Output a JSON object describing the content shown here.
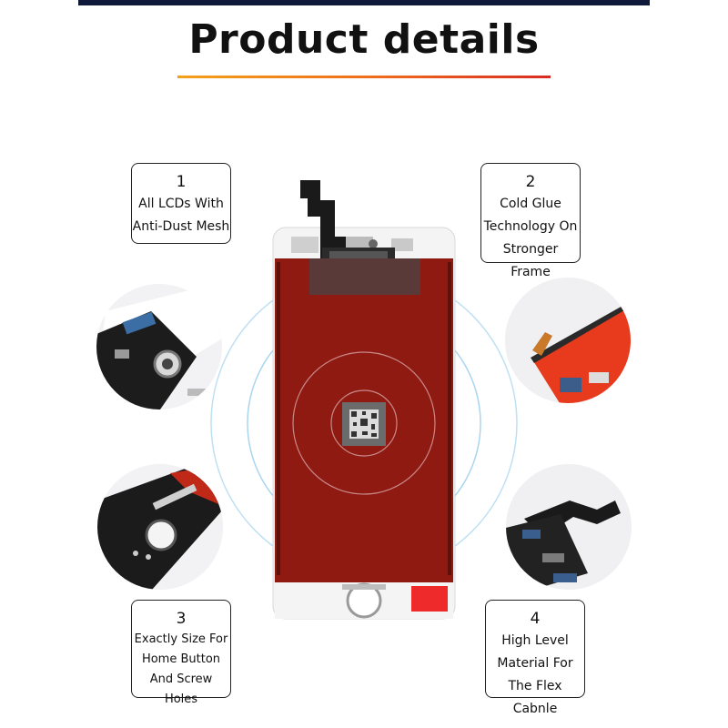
{
  "header": {
    "title": "Product details"
  },
  "callouts": [
    {
      "number": "1",
      "lines": [
        "All LCDs With",
        "Anti-Dust Mesh"
      ]
    },
    {
      "number": "2",
      "lines": [
        "Cold Glue",
        "Technology On",
        "Stronger Frame"
      ]
    },
    {
      "number": "3",
      "lines": [
        "Exactly Size For",
        "Home Button",
        "And Screw Holes"
      ]
    },
    {
      "number": "4",
      "lines": [
        "High Level",
        "Material For",
        "The Flex Cabnle"
      ]
    }
  ],
  "colors": {
    "accent_start": "#f3a11a",
    "accent_end": "#d92b22",
    "lcd_red": "#8e1a12",
    "rings": "#9fd0ee"
  }
}
